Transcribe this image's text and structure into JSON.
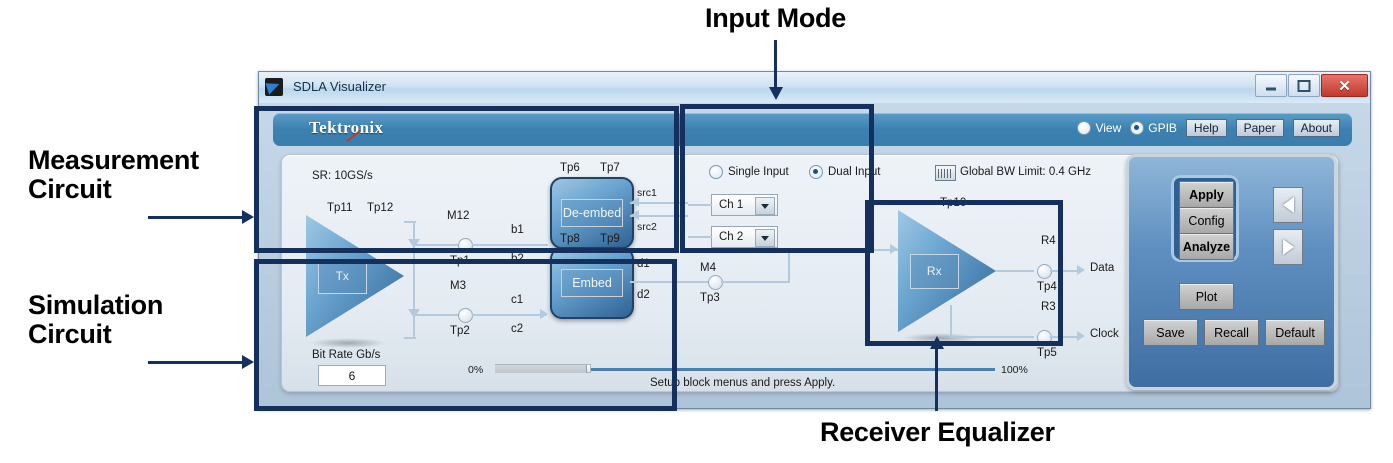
{
  "annotations": [
    {
      "id": "measurement",
      "text": "Measurement\nCircuit"
    },
    {
      "id": "simulation",
      "text": "Simulation\nCircuit"
    },
    {
      "id": "input_mode",
      "text": "Input Mode"
    },
    {
      "id": "receiver_equalizer",
      "text": "Receiver Equalizer"
    }
  ],
  "window": {
    "title": "SDLA Visualizer",
    "minimize": "–",
    "maximize": "□",
    "close": "✕"
  },
  "header": {
    "brand": "Tektronix",
    "view_label": "View",
    "view_selected": false,
    "gpib_label": "GPIB",
    "gpib_selected": true,
    "buttons": [
      "Help",
      "Paper",
      "About"
    ]
  },
  "diagram": {
    "sample_rate": "SR: 10GS/s",
    "bit_rate_label": "Bit Rate Gb/s",
    "bit_rate_value": "6",
    "global_bw": "Global BW Limit: 0.4 GHz",
    "input_mode": {
      "single_label": "Single Input",
      "single_selected": false,
      "dual_label": "Dual Input",
      "dual_selected": true,
      "channel1": "Ch 1",
      "channel2": "Ch 2"
    },
    "blocks": {
      "tx": "Tx",
      "deembed": "De-embed",
      "embed": "Embed",
      "rx": "Rx"
    },
    "testpoints": {
      "tp11": "Tp11",
      "tp12": "Tp12",
      "m12": "M12",
      "tp1": "Tp1",
      "m3": "M3",
      "tp2": "Tp2",
      "m4": "M4",
      "tp3": "Tp3",
      "tp6": "Tp6",
      "tp7": "Tp7",
      "tp8": "Tp8",
      "tp9": "Tp9",
      "tp10": "Tp10",
      "r4": "R4",
      "tp4": "Tp4",
      "r3": "R3",
      "tp5": "Tp5"
    },
    "signals": {
      "b1": "b1",
      "b2": "b2",
      "c1": "c1",
      "c2": "c2",
      "d1": "d1",
      "d2": "d2",
      "src1": "src1",
      "src2": "src2",
      "data": "Data",
      "clock": "Clock"
    },
    "progress": {
      "min_label": "0%",
      "max_label": "100%",
      "percent": 0,
      "status": "Setup block menus and press Apply."
    }
  },
  "controls": {
    "apply": "Apply",
    "config": "Config",
    "analyze": "Analyze",
    "plot": "Plot",
    "save": "Save",
    "recall": "Recall",
    "default": "Default",
    "prev": "◁",
    "next": "▷"
  },
  "colors": {
    "annotation": "#16305e",
    "brand_band": "#3c80b0",
    "panel_blue": "#3f6ea3"
  }
}
